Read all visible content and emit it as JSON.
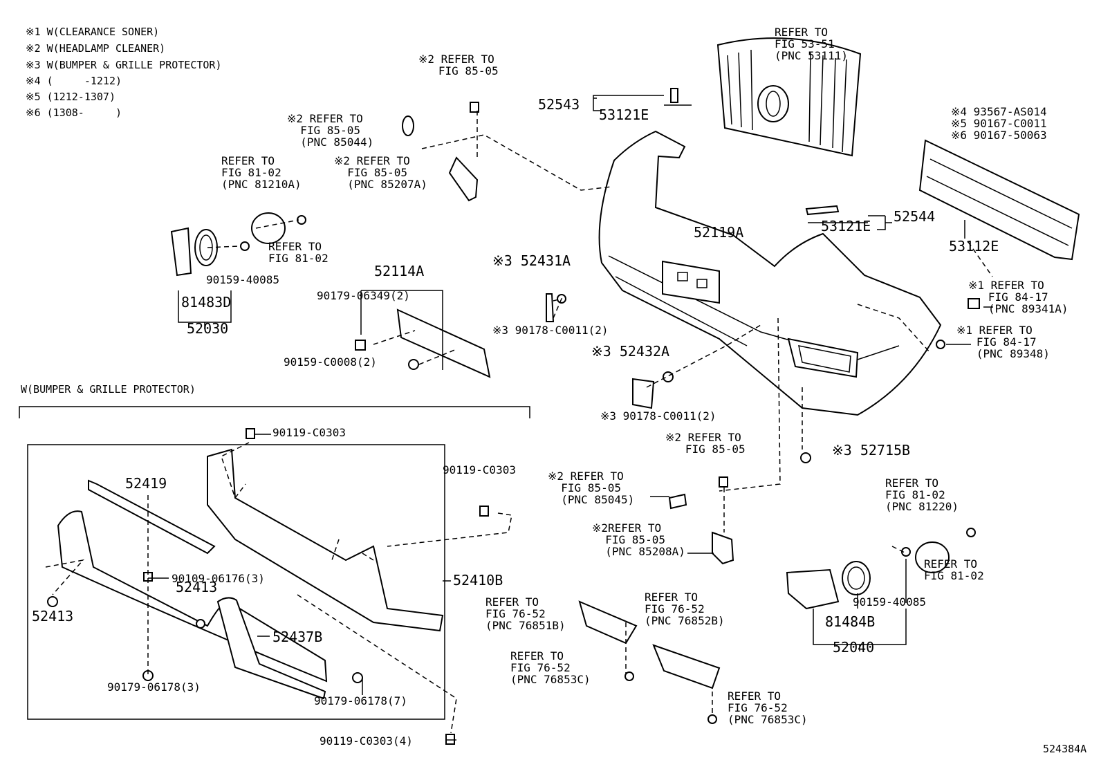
{
  "legend": [
    "※1 W(CLEARANCE SONER)",
    "※2 W(HEADLAMP CLEANER)",
    "※3 W(BUMPER & GRILLE PROTECTOR)",
    "※4 (     -1212)",
    "※5 (1212-1307)",
    "※6 (1308-     )"
  ],
  "section_title": "W(BUMPER & GRILLE PROTECTOR)",
  "figure_id": "524384A",
  "labels": {
    "ref_85_05_top": "※2 REFER TO\n   FIG 85-05",
    "ref_85044": "※2 REFER TO\n  FIG 85-05\n  (PNC 85044)",
    "ref_85207a": "※2 REFER TO\n  FIG 85-05\n  (PNC 85207A)",
    "ref_81210a": "REFER TO\nFIG 81-02\n(PNC 81210A)",
    "ref_81_02_left": "REFER TO\nFIG 81-02",
    "p90159_40085_l": "90159-40085",
    "p81483d": "81483D",
    "p52030": "52030",
    "p52114a": "52114A",
    "p90179_06349": "90179-06349(2)",
    "p90159_c0008": "90159-C0008(2)",
    "p52431a": "※3 52431A",
    "p90178_c0011_a": "※3 90178-C0011(2)",
    "p52543": "52543",
    "p53121e_a": "53121E",
    "ref_53111": "REFER TO\nFIG 53-51\n(PNC 53111)",
    "p52119a": "52119A",
    "p53121e_b": "53121E",
    "p52544": "52544",
    "notes_right": "※4 93567-AS014\n※5 90167-C0011\n※6 90167-50063",
    "p53112e": "53112E",
    "ref_89341a": "※1 REFER TO\n   FIG 84-17\n   (PNC 89341A)",
    "ref_89348": "※1 REFER TO\n   FIG 84-17\n   (PNC 89348)",
    "p52432a": "※3 52432A",
    "p90178_c0011_b": "※3 90178-C0011(2)",
    "p52715b": "※3 52715B",
    "ref_85_05_mid": "※2 REFER TO\n   FIG 85-05",
    "ref_85045": "※2 REFER TO\n  FIG 85-05\n  (PNC 85045)",
    "ref_85208a": "※2REFER TO\n  FIG 85-05\n  (PNC 85208A)",
    "ref_81220": "REFER TO\nFIG 81-02\n(PNC 81220)",
    "ref_81_02_right": "REFER TO\nFIG 81-02",
    "p90159_40085_r": "90159-40085",
    "p81484b": "81484B",
    "p52040": "52040",
    "ref_76851b": "REFER TO\nFIG 76-52\n(PNC 76851B)",
    "ref_76852b": "REFER TO\nFIG 76-52\n(PNC 76852B)",
    "ref_76853c_l": "REFER TO\nFIG 76-52\n(PNC 76853C)",
    "ref_76853c_r": "REFER TO\nFIG 76-52\n(PNC 76853C)",
    "p90119_c0303_a": "90119-C0303",
    "p90119_c0303_b": "90119-C0303",
    "p90119_c0303_c": "90119-C0303(4)",
    "p52419": "52419",
    "p90109_06176": "90109-06176(3)",
    "p52413_a": "52413",
    "p52413_b": "52413",
    "p52437b": "52437B",
    "p52410b": "52410B",
    "p90179_06178_a": "90179-06178(3)",
    "p90179_06178_b": "90179-06178(7)"
  }
}
